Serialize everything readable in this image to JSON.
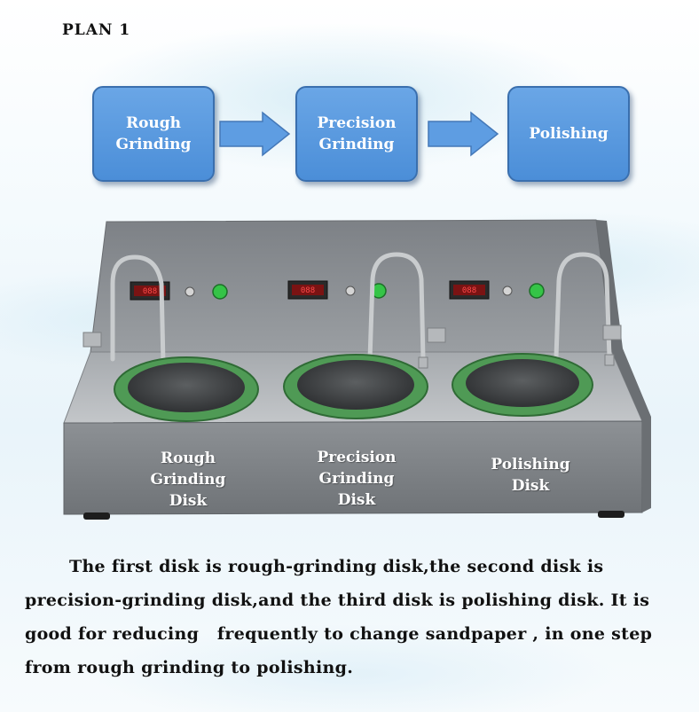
{
  "title": "PLAN 1",
  "flow": {
    "steps": [
      {
        "line1": "Rough",
        "line2": "Grinding"
      },
      {
        "line1": "Precision",
        "line2": "Grinding"
      },
      {
        "line1": "Polishing",
        "line2": ""
      }
    ]
  },
  "machine": {
    "disk_labels": [
      {
        "line1": "Rough",
        "line2": "Grinding",
        "line3": "Disk"
      },
      {
        "line1": "Precision",
        "line2": "Grinding",
        "line3": "Disk"
      },
      {
        "line1": "Polishing",
        "line2": "Disk",
        "line3": ""
      }
    ]
  },
  "description": "The first disk is rough-grinding disk,the second disk is precision-grinding disk,and the third disk is polishing disk. It is good for reducing   frequently to change sandpaper , in one step from rough grinding to polishing.",
  "colors": {
    "step_fill": "#5a9be0",
    "step_border": "#3a6fae",
    "machine_body": "#8c8f93",
    "disk_ring": "#4f9a55",
    "button": "#35c447"
  }
}
